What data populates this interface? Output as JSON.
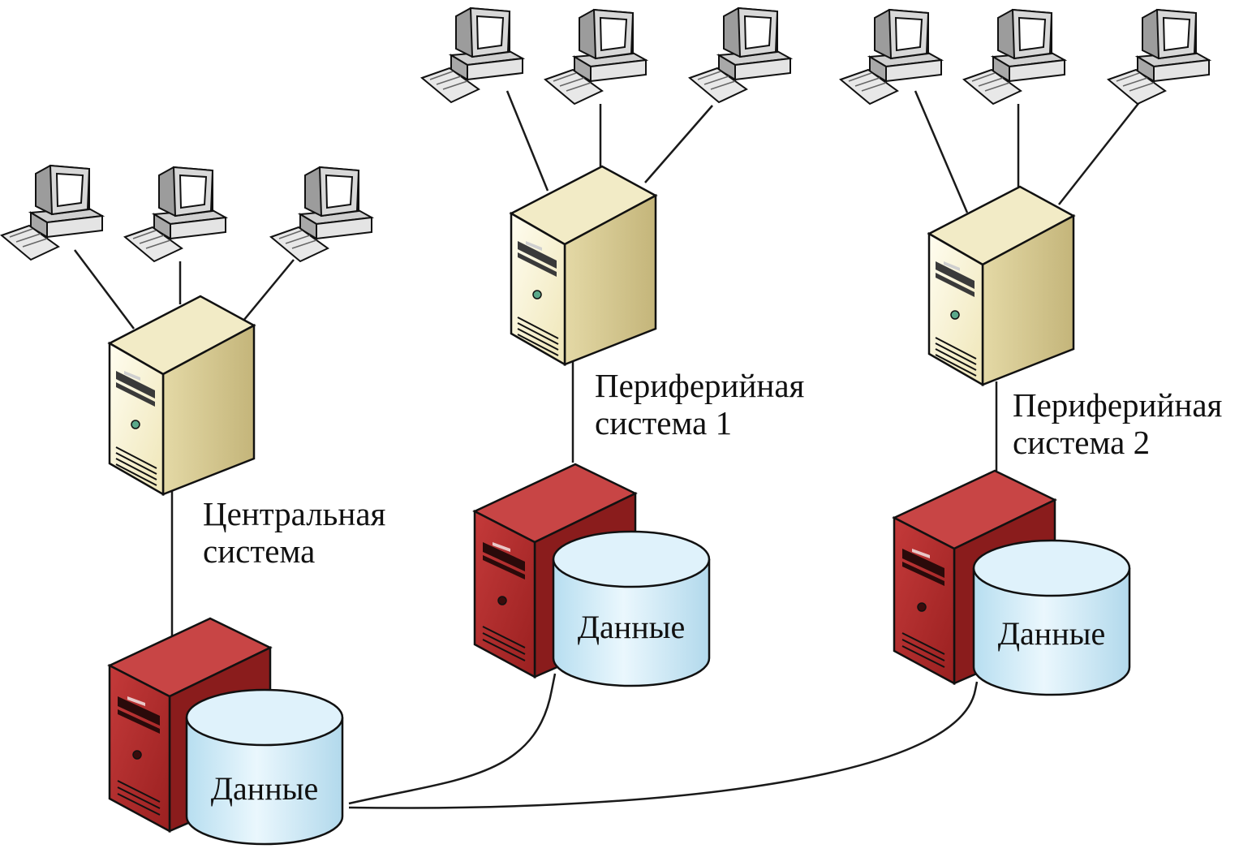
{
  "systems": [
    {
      "id": "central",
      "label_line1": "Центральная",
      "label_line2": "система",
      "db_label": "Данные"
    },
    {
      "id": "peripheral-1",
      "label_line1": "Периферийная",
      "label_line2": "система 1",
      "db_label": "Данные"
    },
    {
      "id": "peripheral-2",
      "label_line1": "Периферийная",
      "label_line2": "система 2",
      "db_label": "Данные"
    }
  ],
  "colors": {
    "workstation": "#e8e8e8",
    "workstation_screen": "#ffffff",
    "app_server_front": "#fbf6d8",
    "app_server_side": "#d8cc96",
    "db_server_front": "#b02a2a",
    "db_server_side": "#7a1414",
    "cylinder_body": "#c8e6f4",
    "cylinder_top": "#e6f5fc",
    "outline": "#111111",
    "line": "#1a1a1a"
  },
  "icons": {
    "workstation": "desktop-computer-icon",
    "app_server": "server-tower-icon",
    "db_server": "database-server-icon",
    "database": "database-cylinder-icon"
  }
}
